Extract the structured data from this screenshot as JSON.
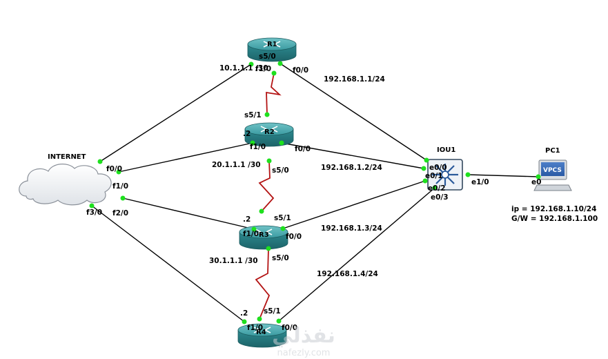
{
  "nodes": {
    "r1": {
      "label": "R1"
    },
    "r2": {
      "label": "R2"
    },
    "r3": {
      "label": "R3"
    },
    "r4": {
      "label": "R4"
    },
    "iou1": {
      "label": "IOU1"
    },
    "pc1": {
      "label": "PC1",
      "screen_text": "VPCS"
    },
    "internet": {
      "label": "INTERNET"
    }
  },
  "interfaces": {
    "r1_s50": "s5/0",
    "r1_f10": "f1/0",
    "r1_f00": "f0/0",
    "r1_net": "10.1.1.1 /30",
    "r2_s51": "s5/1",
    "r2_dot": ".2",
    "r2_f10": "f1/0",
    "r2_f00": "f0/0",
    "r2_s50": "s5/0",
    "r3_dot": ".2",
    "r3_s51": "s5/1",
    "r3_f10": "f1/0",
    "r3_f00": "f0/0",
    "r3_s50": "s5/0",
    "r4_dot": ".2",
    "r4_s51": "s5/1",
    "r4_f10": "f1/0",
    "r4_f00": "f0/0",
    "net_20": "20.1.1.1 /30",
    "net_30": "30.1.1.1 /30",
    "inet_f00": "f0/0",
    "inet_f10": "f1/0",
    "inet_f20": "f2/0",
    "inet_f30": "f3/0",
    "iou_e00": "e0/0",
    "iou_e01": "e0/1",
    "iou_e02": "e0/2",
    "iou_e03": "e0/3",
    "iou_e10": "e1/0",
    "pc_e0": "e0"
  },
  "lan_labels": {
    "r1_lan": "192.168.1.1/24",
    "r2_lan": "192.168.1.2/24",
    "r3_lan": "192.168.1.3/24",
    "r4_lan": "192.168.1.4/24"
  },
  "pc_info": {
    "ip": "ip = 192.168.1.10/24",
    "gw": "G/W = 192.168.1.100"
  },
  "watermark": {
    "arabic": "نفذلي",
    "domain": "nafezly.com"
  },
  "colors": {
    "router_body": "#2f8f95",
    "serial_link": "#b31313",
    "port_dot": "#1ee01e",
    "switch_blue": "#2a5a9a"
  }
}
